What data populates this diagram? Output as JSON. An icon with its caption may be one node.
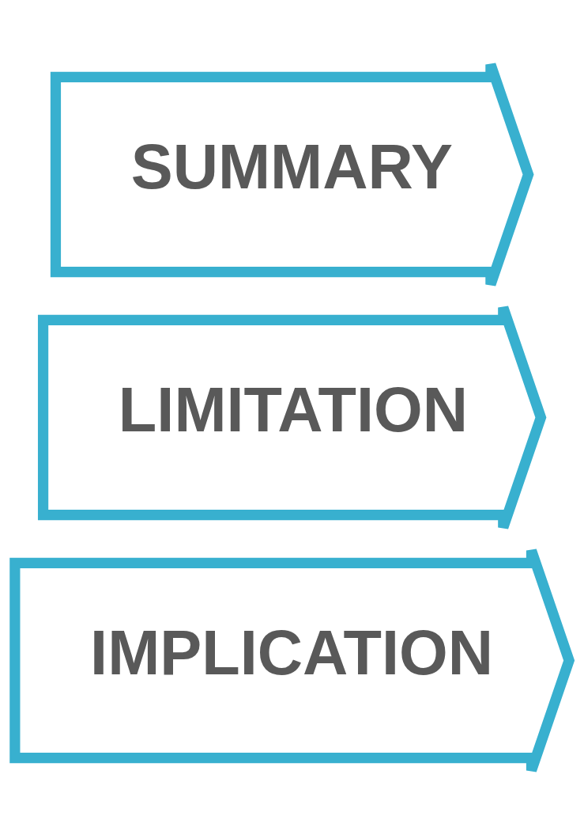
{
  "diagram": {
    "nodes": [
      {
        "text": [
          "SUMMARY"
        ]
      },
      {
        "text": [
          "LIMITATION"
        ]
      },
      {
        "text": [
          "IMPLICATION"
        ]
      }
    ]
  }
}
